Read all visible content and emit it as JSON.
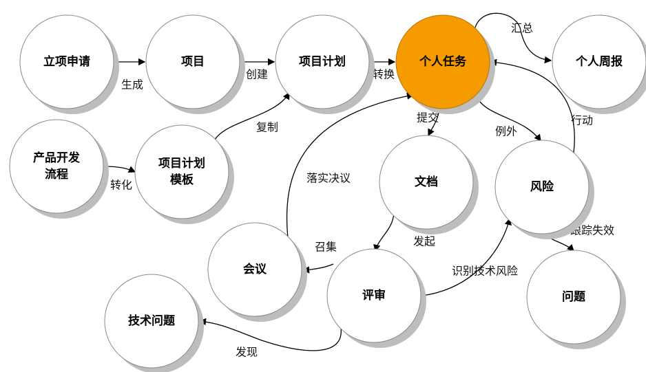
{
  "nodes": {
    "application": "立项申请",
    "project": "项目",
    "project_plan": "项目计划",
    "personal_task": "个人任务",
    "weekly_report": "个人周报",
    "product_process_1": "产品开发",
    "product_process_2": "流程",
    "plan_template_1": "项目计划",
    "plan_template_2": "模板",
    "document": "文档",
    "risk": "风险",
    "meeting": "会议",
    "review": "评审",
    "issue": "问题",
    "tech_issue": "技术问题"
  },
  "edges": {
    "generate": "生成",
    "create": "创建",
    "convert": "转换",
    "summarize": "汇总",
    "copy": "复制",
    "transform": "转化",
    "submit": "提交",
    "exception": "例外",
    "action": "行动",
    "implement": "落实决议",
    "convene": "召集",
    "initiate": "发起",
    "identify_risk": "识别技术风险",
    "track_failure": "跟踪失效",
    "discover": "发现"
  },
  "colors": {
    "highlight": "#F59B00"
  }
}
